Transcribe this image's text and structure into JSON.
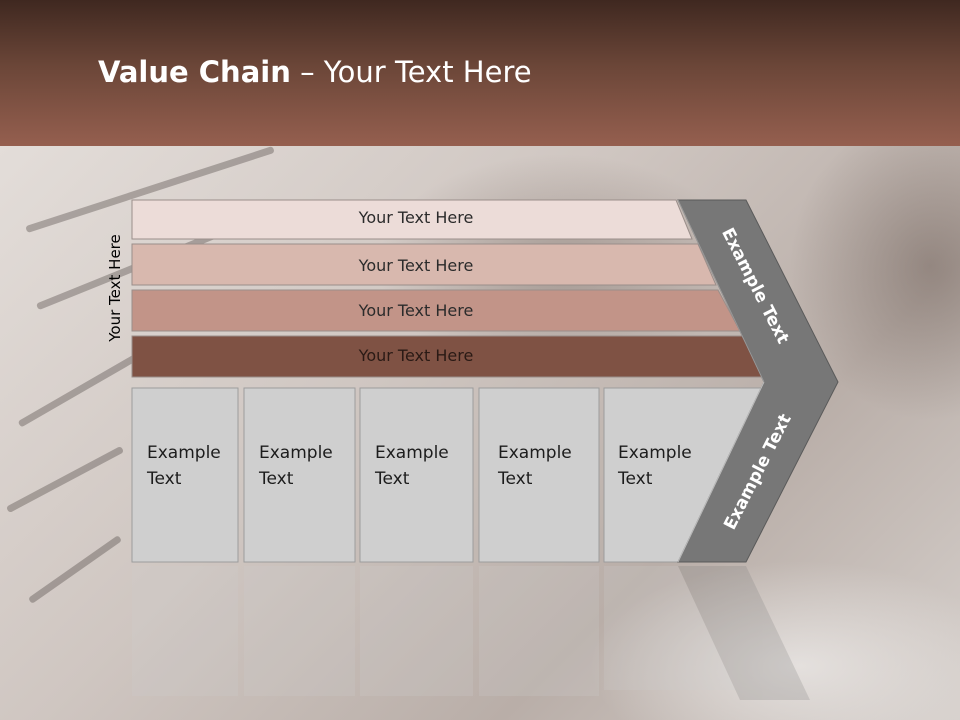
{
  "slide": {
    "title_bold": "Value Chain",
    "title_rest": " – Your Text Here",
    "vertical_label": "Your Text Here"
  },
  "bars": [
    {
      "label": "Your Text Here",
      "color": "#ecdcd8"
    },
    {
      "label": "Your Text Here",
      "color": "#d8b8ae"
    },
    {
      "label": "Your Text Here",
      "color": "#c29488"
    },
    {
      "label": "Your Text Here",
      "color": "#7f5244"
    }
  ],
  "columns": [
    {
      "line1": "Example",
      "line2": "Text"
    },
    {
      "line1": "Example",
      "line2": "Text"
    },
    {
      "line1": "Example",
      "line2": "Text"
    },
    {
      "line1": "Example",
      "line2": "Text"
    },
    {
      "line1": "Example",
      "line2": "Text"
    }
  ],
  "chevron": {
    "upper_text": "Example Text",
    "lower_text": "Example Text",
    "color": "#777777"
  }
}
